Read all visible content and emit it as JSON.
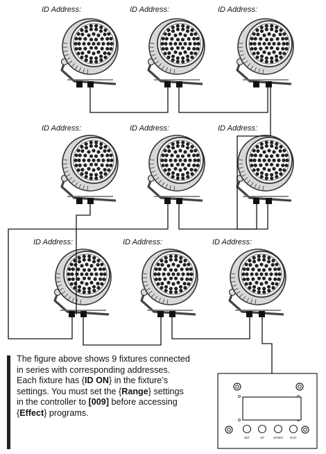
{
  "fixtures": [
    {
      "label": "ID Address:"
    },
    {
      "label": "ID Address:"
    },
    {
      "label": "ID Address:"
    },
    {
      "label": "ID Address:"
    },
    {
      "label": "ID Address:"
    },
    {
      "label": "ID Address:"
    },
    {
      "label": "ID Address:"
    },
    {
      "label": "ID Address:"
    },
    {
      "label": "ID Address:"
    }
  ],
  "note": {
    "t1": "The figure above shows 9 fixtures connected in series with corresponding addresses. Each fixture has {",
    "b1": "ID ON",
    "t2": "} in the fixture’s settings. You must set the {",
    "b2": "Range",
    "t3": "} settings in the controller to ",
    "b3": "[009]",
    "t4": " before accessing {",
    "b4": "Effect",
    "t5": "} programs."
  },
  "controller": {
    "buttons": [
      "SET",
      "UP",
      "DOWN",
      "EXIT"
    ]
  }
}
